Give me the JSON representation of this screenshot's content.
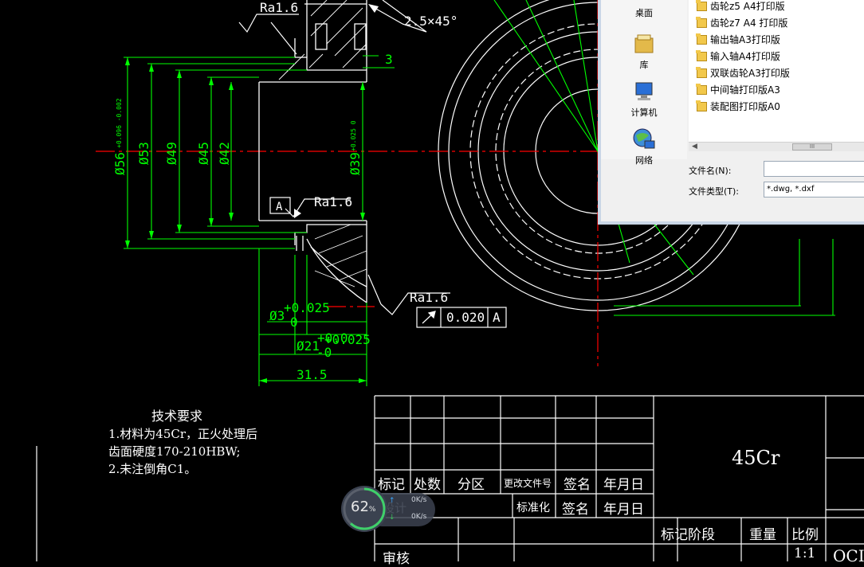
{
  "drawing": {
    "labels": {
      "chamfer_top": "2.5×45°",
      "dim_3": "3",
      "ra_top": "Ra1.6",
      "ra_mid": "Ra1.6",
      "ra_bottom": "Ra1.6",
      "datum_a": "A",
      "tolerance_value": "0.020",
      "tolerance_datum": "A",
      "dim_31_5": "31.5",
      "dim_d56": "Ø56",
      "dim_d56_tol": "+0.096 -0.002",
      "dim_d53": "Ø53",
      "dim_d49": "Ø49",
      "dim_d45": "Ø45",
      "dim_d42": "Ø42",
      "dim_d39": "Ø39",
      "dim_d39_tol": "+0.025 0",
      "dim_d3_base": "Ø3",
      "dim_d3_upper": "+0.025",
      "dim_d3_lower": "0",
      "dim_d21_base": "Ø21",
      "dim_d21_upper": "+0.025",
      "dim_d21_lower": "-0",
      "dim_d21_extra": "+0.0"
    }
  },
  "notes": {
    "title": "技术要求",
    "lines": [
      "1.材料为45Cr，正火处理后",
      "齿面硬度170-210HBW;",
      "2.未注倒角C1。"
    ]
  },
  "title_block": {
    "material": "45Cr",
    "row1": [
      "标记",
      "处数",
      "分区",
      "更改文件号",
      "签名",
      "年月日"
    ],
    "row2": [
      "标准化",
      "签名",
      "年月日"
    ],
    "row3": [
      "标记阶段",
      "重量",
      "比例"
    ],
    "scale": "1:1",
    "review": "审核",
    "design": "设计",
    "code_partial": "OCI"
  },
  "file_dialog": {
    "places": [
      "桌面",
      "库",
      "计算机",
      "网络"
    ],
    "files": [
      "齿轮z5 A4打印版",
      "齿轮z7 A4 打印版",
      "输出轴A3打印版",
      "输入轴A4打印版",
      "双联齿轮A3打印版",
      "中间轴打印版A3",
      "装配图打印版A0"
    ],
    "scroll_mark": "III",
    "filename_label": "文件名(N):",
    "filename_value": "",
    "filetype_label": "文件类型(T):",
    "filetype_value": "*.dwg, *.dxf"
  },
  "net_widget": {
    "percent": "62",
    "percent_sign": "%",
    "upload": "0K/s",
    "download": "0K/s"
  },
  "colors": {
    "cad_background": "#000000",
    "dimension": "#00ff00",
    "geometry": "#ffffff",
    "centerline": "#ff0000"
  }
}
